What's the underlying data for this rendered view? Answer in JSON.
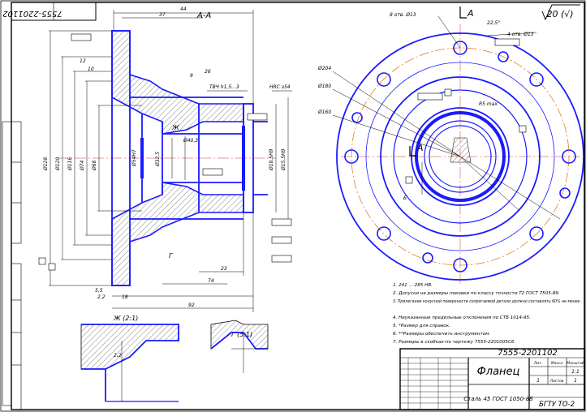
{
  "stamp_code_rotated": "7555-2201102",
  "section_label": "А-А",
  "roughness_symbol": "20 (√)",
  "view_labels": {
    "zh_view": "Ж (2:1)",
    "g_view": "Г (5:1)",
    "marker_a": "А",
    "marker_zh": "Ж",
    "marker_g": "Г",
    "marker_b": "Б"
  },
  "left_dims": [
    "Ø18,5H9",
    "Ø15,5H9",
    "Ø128",
    "Ø120",
    "Ø116",
    "Ø54H7",
    "Ø40,3",
    "Ø32,5",
    "Ø68",
    "Ø74"
  ],
  "top_dims": [
    "44",
    "37",
    "26",
    "9",
    "12",
    "10"
  ],
  "bottom_dims": [
    "5,5",
    "2,2",
    "18",
    "23",
    "74",
    "92"
  ],
  "spline_callout": "ТВЧ h1,5...3",
  "hardness_callout": "HRC з54",
  "flange_dims": [
    "8 отв. Ø13",
    "Ø204",
    "Ø180",
    "Ø160",
    "22,5°",
    "4 отв. Ø13",
    "R5 max"
  ],
  "notes": [
    "1. 241 ... 285 НВ.",
    "2. Допуски на размеры поковки по классу точности Т2 ГОСТ 7505-89.",
    "3. Прилегание конусной поверхности сопрягаемой детали должно составлять 60% не менее.",
    "4. Неуказанные предельные отклонения по СТБ 1014-95.",
    "5. *Размер для справок.",
    "6. **Размеры обеспечить инструментом.",
    "7. Размеры в скобках-по чертежу 7555-2201005C6"
  ],
  "title_block": {
    "doc_number": "7555-2201102",
    "part_name": "Фланец",
    "material": "Сталь 45 ГОСТ 1050-88",
    "organization": "БГТУ ТО-2",
    "sheet_label": "Лит.",
    "mass_label": "Масса",
    "scale_label": "Масштаб",
    "scale_value": "1:1",
    "sheets_label": "Листов",
    "sheet_number": "1",
    "sheets_total": "1"
  }
}
